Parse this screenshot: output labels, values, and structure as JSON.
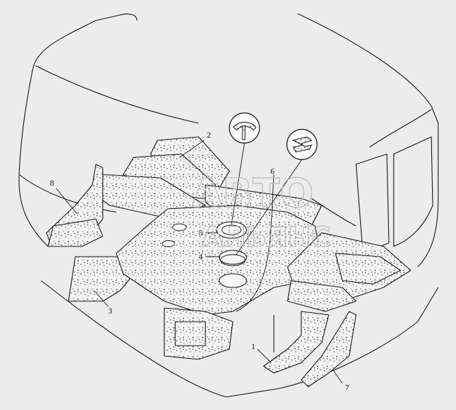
{
  "diagram": {
    "callouts": [
      "1",
      "2",
      "3",
      "4",
      "5",
      "6",
      "7",
      "8"
    ],
    "section_icons": [
      "t-profile-section-icon",
      "z-profile-section-icon"
    ]
  },
  "watermark": {
    "line1": "АВТО",
    "line2": "АЛЬЯНС"
  }
}
